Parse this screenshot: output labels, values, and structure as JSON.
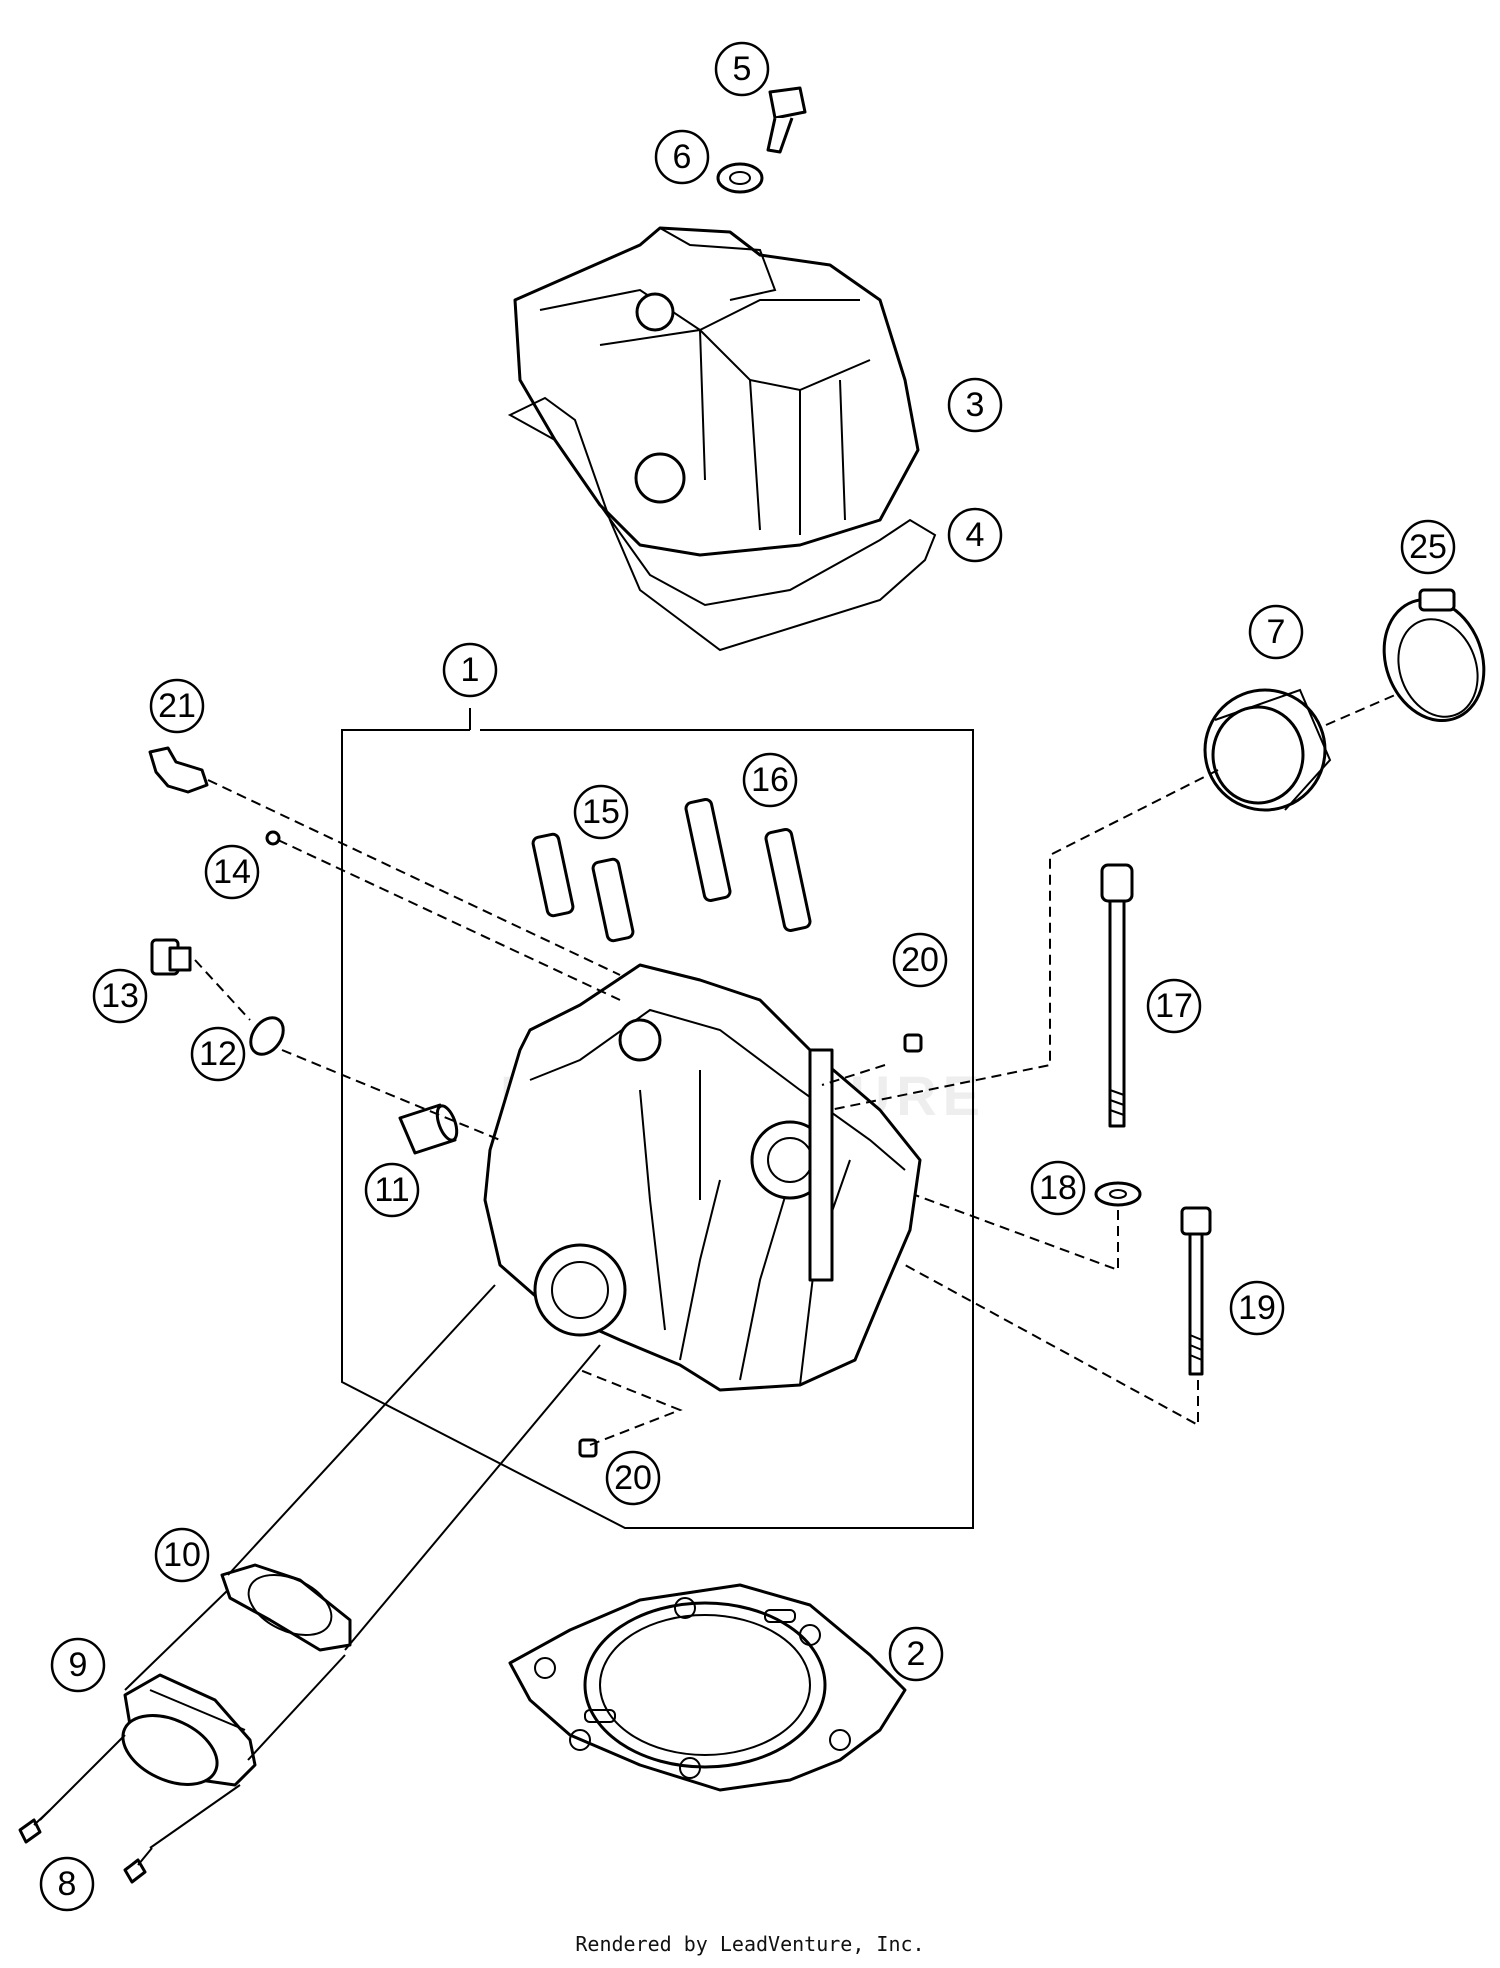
{
  "diagram": {
    "callouts": [
      {
        "id": "1",
        "label": "1"
      },
      {
        "id": "2",
        "label": "2"
      },
      {
        "id": "3",
        "label": "3"
      },
      {
        "id": "4",
        "label": "4"
      },
      {
        "id": "5",
        "label": "5"
      },
      {
        "id": "6",
        "label": "6"
      },
      {
        "id": "7",
        "label": "7"
      },
      {
        "id": "8",
        "label": "8"
      },
      {
        "id": "9",
        "label": "9"
      },
      {
        "id": "10",
        "label": "10"
      },
      {
        "id": "11",
        "label": "11"
      },
      {
        "id": "12",
        "label": "12"
      },
      {
        "id": "13",
        "label": "13"
      },
      {
        "id": "14",
        "label": "14"
      },
      {
        "id": "15",
        "label": "15"
      },
      {
        "id": "16",
        "label": "16"
      },
      {
        "id": "17",
        "label": "17"
      },
      {
        "id": "18",
        "label": "18"
      },
      {
        "id": "19",
        "label": "19"
      },
      {
        "id": "20a",
        "label": "20"
      },
      {
        "id": "20b",
        "label": "20"
      },
      {
        "id": "21",
        "label": "21"
      },
      {
        "id": "25",
        "label": "25"
      }
    ],
    "watermark": "LEADVENTURE",
    "footer": "Rendered by LeadVenture, Inc."
  }
}
